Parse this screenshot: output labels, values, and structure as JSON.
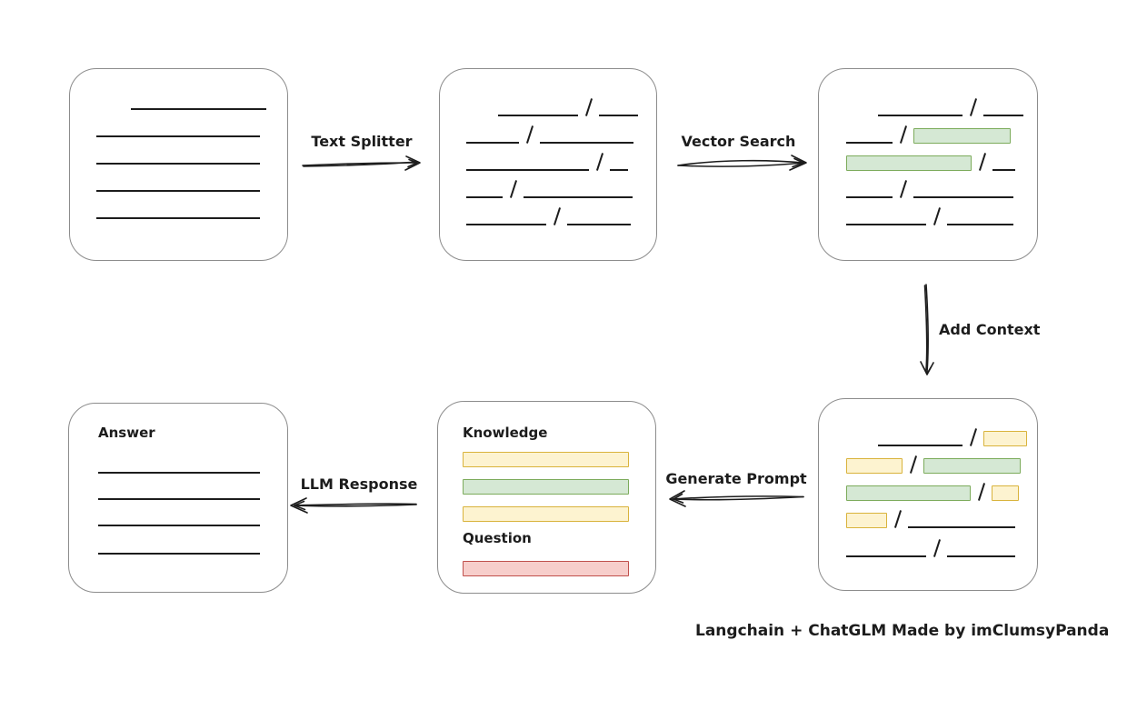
{
  "colors": {
    "box_border": "#8c8c8c",
    "line": "#1c1c1c",
    "green_fill": "#d5e8d4",
    "green_border": "#7cab5b",
    "yellow_fill": "#fdf3d0",
    "yellow_border": "#d9b33c",
    "red_fill": "#f7cecb",
    "red_border": "#c0504c"
  },
  "arrows": {
    "text_splitter": "Text Splitter",
    "vector_search": "Vector Search",
    "add_context": "Add Context",
    "generate_prompt": "Generate Prompt",
    "llm_response": "LLM Response"
  },
  "caption": "Langchain + ChatGLM Made by imClumsyPanda",
  "boxes": {
    "document": {
      "rows": [
        {
          "h": 30,
          "segs": [
            {
              "k": "space",
              "w": 31
            },
            {
              "k": "line",
              "w": 149
            }
          ]
        },
        {
          "h": 30,
          "segs": [
            {
              "k": "line",
              "w": 180
            }
          ]
        },
        {
          "h": 30,
          "segs": [
            {
              "k": "line",
              "w": 180
            }
          ]
        },
        {
          "h": 30,
          "segs": [
            {
              "k": "line",
              "w": 180
            }
          ]
        },
        {
          "h": 30,
          "segs": [
            {
              "k": "line",
              "w": 180
            }
          ]
        }
      ]
    },
    "chunks": {
      "rows": [
        {
          "h": 30,
          "segs": [
            {
              "k": "space",
              "w": 28
            },
            {
              "k": "line",
              "w": 88
            },
            {
              "k": "slash"
            },
            {
              "k": "line",
              "w": 43
            }
          ]
        },
        {
          "h": 30,
          "segs": [
            {
              "k": "line",
              "w": 58
            },
            {
              "k": "slash"
            },
            {
              "k": "line",
              "w": 103
            }
          ]
        },
        {
          "h": 30,
          "segs": [
            {
              "k": "line",
              "w": 135
            },
            {
              "k": "slash"
            },
            {
              "k": "line",
              "w": 20
            }
          ]
        },
        {
          "h": 30,
          "segs": [
            {
              "k": "line",
              "w": 40
            },
            {
              "k": "slash"
            },
            {
              "k": "line",
              "w": 120
            }
          ]
        },
        {
          "h": 30,
          "segs": [
            {
              "k": "line",
              "w": 88
            },
            {
              "k": "slash"
            },
            {
              "k": "line",
              "w": 70
            }
          ]
        }
      ]
    },
    "retrieved": {
      "rows": [
        {
          "h": 30,
          "segs": [
            {
              "k": "space",
              "w": 28
            },
            {
              "k": "line",
              "w": 93
            },
            {
              "k": "slash"
            },
            {
              "k": "line",
              "w": 44
            }
          ]
        },
        {
          "h": 30,
          "segs": [
            {
              "k": "line",
              "w": 51
            },
            {
              "k": "slash"
            },
            {
              "k": "green",
              "w": 107
            }
          ]
        },
        {
          "h": 30,
          "segs": [
            {
              "k": "green",
              "w": 138
            },
            {
              "k": "slash"
            },
            {
              "k": "line",
              "w": 25
            }
          ]
        },
        {
          "h": 30,
          "segs": [
            {
              "k": "line",
              "w": 51
            },
            {
              "k": "slash"
            },
            {
              "k": "line",
              "w": 110
            }
          ]
        },
        {
          "h": 30,
          "segs": [
            {
              "k": "line",
              "w": 88
            },
            {
              "k": "slash"
            },
            {
              "k": "line",
              "w": 73
            }
          ]
        }
      ]
    },
    "context": {
      "rows": [
        {
          "h": 30,
          "segs": [
            {
              "k": "space",
              "w": 28
            },
            {
              "k": "line",
              "w": 93
            },
            {
              "k": "slash"
            },
            {
              "k": "yellow",
              "w": 48
            }
          ]
        },
        {
          "h": 30,
          "segs": [
            {
              "k": "yellow",
              "w": 62
            },
            {
              "k": "slash"
            },
            {
              "k": "green",
              "w": 107
            }
          ]
        },
        {
          "h": 30,
          "segs": [
            {
              "k": "green",
              "w": 137
            },
            {
              "k": "slash"
            },
            {
              "k": "yellow",
              "w": 30
            }
          ]
        },
        {
          "h": 30,
          "segs": [
            {
              "k": "yellow",
              "w": 45
            },
            {
              "k": "slash"
            },
            {
              "k": "line",
              "w": 118
            }
          ]
        },
        {
          "h": 32,
          "segs": [
            {
              "k": "line",
              "w": 88
            },
            {
              "k": "slash"
            },
            {
              "k": "line",
              "w": 75
            }
          ]
        }
      ]
    },
    "prompt": {
      "rows": [
        {
          "h": 34,
          "segs": [
            {
              "k": "label",
              "text": "Knowledge",
              "name": "knowledge-label"
            }
          ]
        },
        {
          "h": 28,
          "segs": [
            {
              "k": "yellow",
              "w": 183
            }
          ]
        },
        {
          "h": 30,
          "segs": [
            {
              "k": "green",
              "w": 183
            }
          ]
        },
        {
          "h": 30,
          "segs": [
            {
              "k": "yellow",
              "w": 183
            }
          ]
        },
        {
          "h": 28,
          "segs": [
            {
              "k": "label",
              "text": "Question",
              "name": "question-label"
            }
          ]
        },
        {
          "h": 32,
          "segs": [
            {
              "k": "red",
              "w": 183
            }
          ]
        }
      ]
    },
    "answer": {
      "rows": [
        {
          "h": 32,
          "segs": [
            {
              "k": "label",
              "text": "Answer",
              "name": "answer-label"
            }
          ]
        },
        {
          "h": 35,
          "segs": [
            {
              "k": "line",
              "w": 178
            }
          ]
        },
        {
          "h": 29,
          "segs": [
            {
              "k": "line",
              "w": 178
            }
          ]
        },
        {
          "h": 29,
          "segs": [
            {
              "k": "line",
              "w": 178
            }
          ]
        },
        {
          "h": 31,
          "segs": [
            {
              "k": "line",
              "w": 178
            }
          ]
        }
      ]
    }
  }
}
